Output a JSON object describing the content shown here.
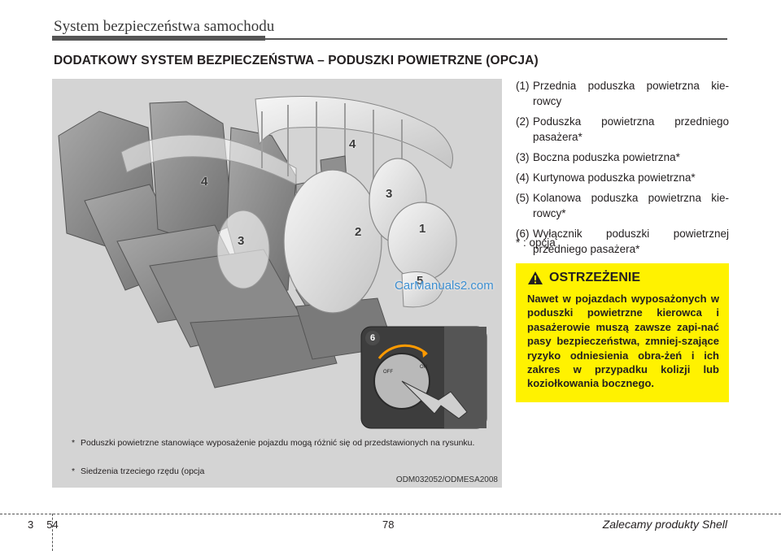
{
  "header": {
    "chapter_title": "System bezpieczeństwa samochodu",
    "section_title": "DODATKOWY SYSTEM BEZPIECZEŃSTWA – PODUSZKI POWIETRZNE (OPCJA)"
  },
  "figure": {
    "callouts": [
      "1",
      "2",
      "3",
      "3",
      "4",
      "4",
      "5",
      "6"
    ],
    "watermark": "CarManuals2.com",
    "notes": [
      "Poduszki powietrzne stanowiące wyposażenie pojazdu mogą różnić się od przedstawionych na rysunku.",
      "Siedzenia trzeciego rzędu (opcja"
    ],
    "note_marker": "*",
    "code": "ODM032052/ODMESA2008",
    "inset_labels": {
      "on": "ON",
      "off": "OFF"
    }
  },
  "legend": [
    {
      "num": "(1)",
      "text": "Przednia poduszka powietrzna kie-rowcy"
    },
    {
      "num": "(2)",
      "text": "Poduszka powietrzna przedniego pasażera*"
    },
    {
      "num": "(3)",
      "text": "Boczna poduszka powietrzna*"
    },
    {
      "num": "(4)",
      "text": "Kurtynowa poduszka powietrzna*"
    },
    {
      "num": "(5)",
      "text": "Kolanowa poduszka powietrzna kie-rowcy*"
    },
    {
      "num": "(6)",
      "text": "Wyłącznik poduszki powietrznej przedniego pasażera*"
    }
  ],
  "footnote": "* : opcja",
  "warning": {
    "icon": "warning-triangle-icon",
    "title": "OSTRZEŻENIE",
    "text": "Nawet w pojazdach wyposażonych w poduszki powietrzne kierowca i pasażerowie muszą zawsze zapi-nać pasy bezpieczeństwa, zmniej-szające ryzyko odniesienia obra-żeń i ich zakres w przypadku kolizji lub koziołkowania bocznego.",
    "color": "#fff200"
  },
  "footer": {
    "chapter_num": "3",
    "page_num": "54",
    "center_num": "78",
    "right_text": "Zalecamy produkty Shell"
  }
}
